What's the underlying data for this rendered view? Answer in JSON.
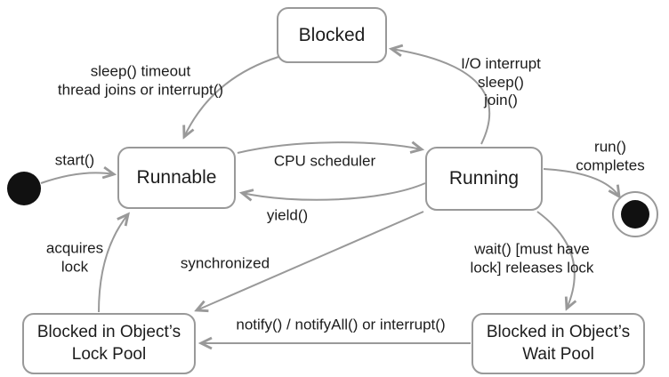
{
  "diagram": {
    "type": "state-diagram",
    "subject": "thread lifecycle",
    "colors": {
      "edge": "#999999",
      "text": "#1c1c1c",
      "state_fill": "#ffffff",
      "terminal_fill": "#111111"
    },
    "states": {
      "blocked": "Blocked",
      "runnable": "Runnable",
      "running": "Running",
      "lock_pool": "Blocked in Object’s\nLock Pool",
      "wait_pool": "Blocked in Object’s\nWait Pool"
    },
    "edge_labels": {
      "sleep_timeout": "sleep() timeout\nthread joins or interrupt()",
      "io_interrupt": "I/O interrupt\nsleep()\njoin()",
      "start": "start()",
      "cpu_scheduler": "CPU scheduler",
      "yield": "yield()",
      "run_completes": "run() completes",
      "acquires_lock": "acquires\nlock",
      "synchronized": "synchronized",
      "wait_releases_lock": "wait() [must have lock] releases lock",
      "notify": "notify() / notifyAll() or interrupt()"
    },
    "edges": [
      {
        "from": "initial",
        "to": "runnable",
        "label": "start()"
      },
      {
        "from": "blocked",
        "to": "runnable",
        "label": "sleep() timeout\nthread joins or interrupt()"
      },
      {
        "from": "running",
        "to": "blocked",
        "label": "I/O interrupt\nsleep()\njoin()"
      },
      {
        "from": "runnable",
        "to": "running",
        "label": "CPU scheduler"
      },
      {
        "from": "running",
        "to": "runnable",
        "label": "yield()"
      },
      {
        "from": "running",
        "to": "final",
        "label": "run() completes"
      },
      {
        "from": "running",
        "to": "wait_pool",
        "label": "wait() [must have lock] releases lock"
      },
      {
        "from": "running",
        "to": "lock_pool",
        "label": "synchronized"
      },
      {
        "from": "lock_pool",
        "to": "runnable",
        "label": "acquires\nlock"
      },
      {
        "from": "wait_pool",
        "to": "lock_pool",
        "label": "notify() / notifyAll() or interrupt()"
      }
    ]
  }
}
